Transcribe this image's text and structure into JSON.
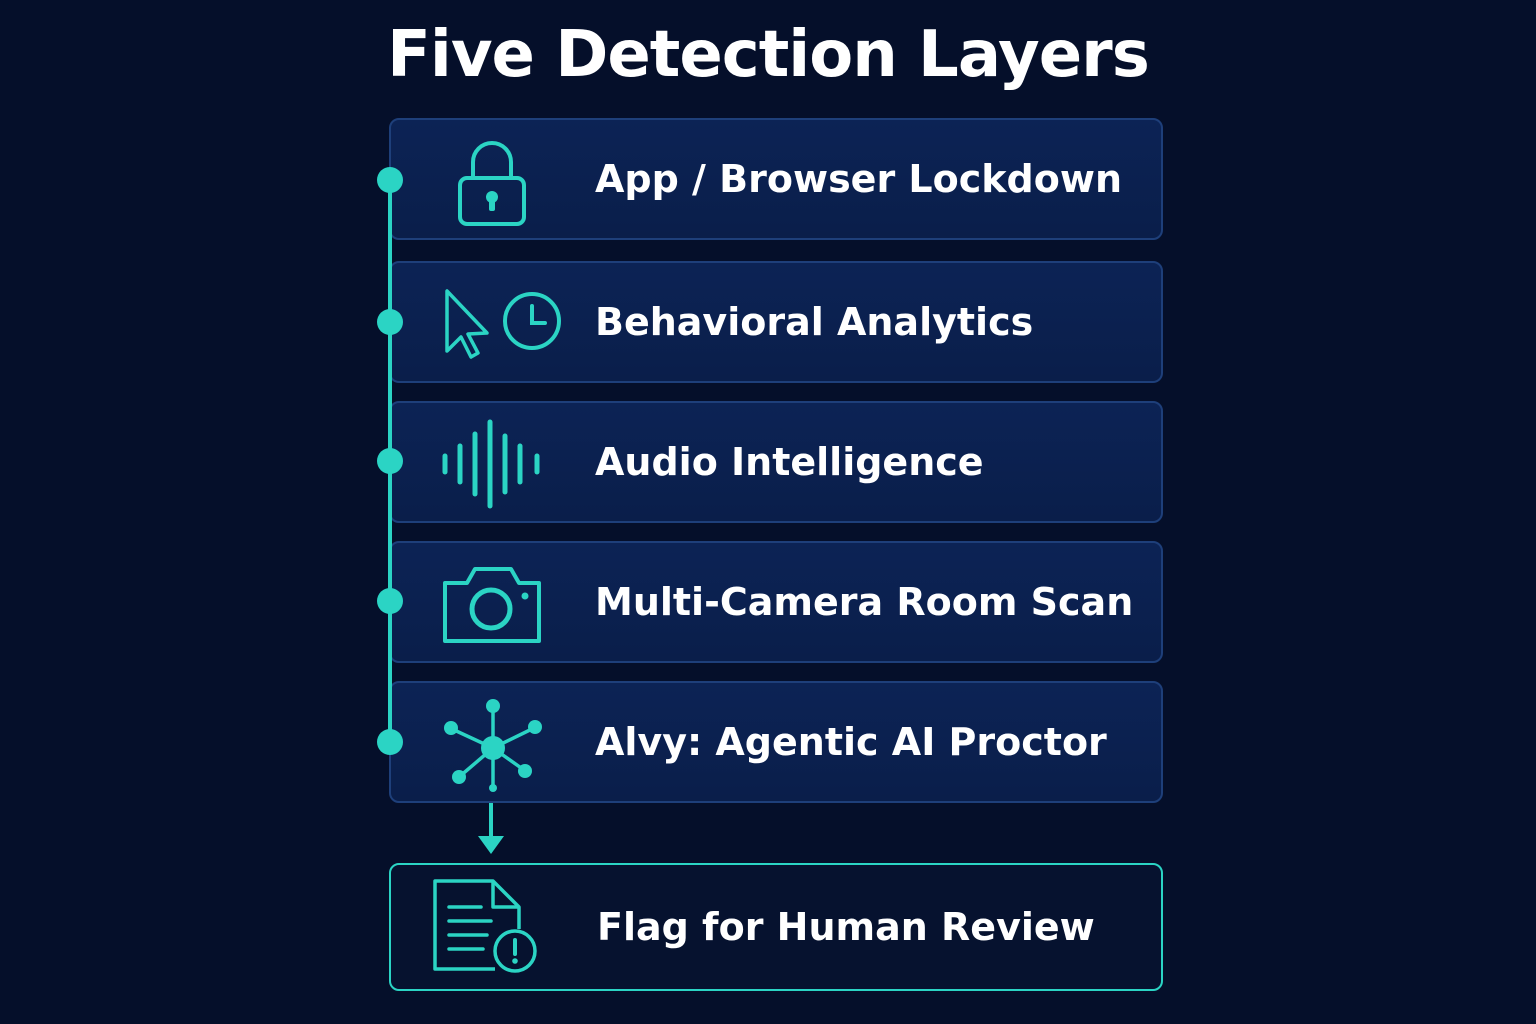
{
  "title": "Five Detection Layers",
  "accent_color": "#2bd4c4",
  "layers": [
    {
      "label": "App / Browser Lockdown",
      "icon": "lock-icon"
    },
    {
      "label": "Behavioral Analytics",
      "icon": "cursor-clock-icon"
    },
    {
      "label": "Audio Intelligence",
      "icon": "audio-waveform-icon"
    },
    {
      "label": "Multi-Camera Room Scan",
      "icon": "camera-icon"
    },
    {
      "label": "Alvy: Agentic AI Proctor",
      "icon": "network-node-icon"
    }
  ],
  "outcome": {
    "label": "Flag for Human Review",
    "icon": "document-alert-icon"
  }
}
